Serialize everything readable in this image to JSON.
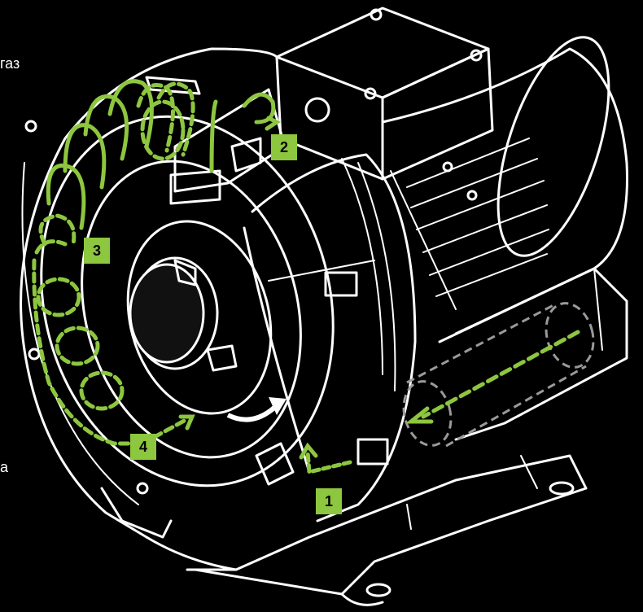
{
  "edge_labels": {
    "top_left_fragment": "газ",
    "bottom_left_fragment": "а"
  },
  "steps": [
    {
      "label": "1"
    },
    {
      "label": "2"
    },
    {
      "label": "3"
    },
    {
      "label": "4"
    }
  ],
  "colors": {
    "background": "#000000",
    "line": "#ffffff",
    "flow": "#8dc63f",
    "inlet_outline": "#9a9a9a"
  }
}
